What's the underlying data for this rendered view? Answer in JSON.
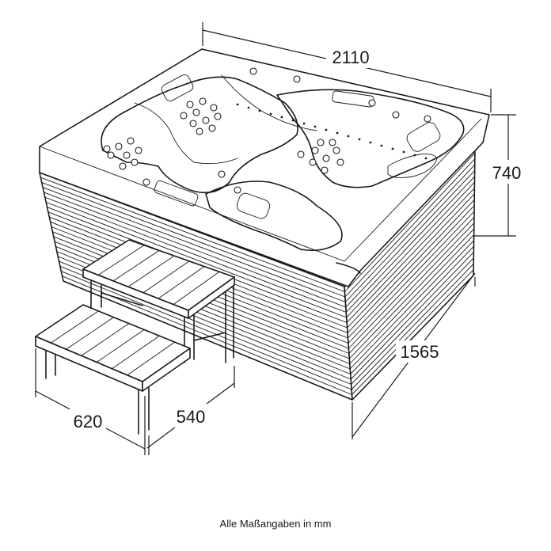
{
  "dimensions": {
    "length": "2110",
    "height": "740",
    "depth": "1565",
    "step_width": "620",
    "step_depth": "540"
  },
  "note": "Alle Maßangaben in mm",
  "colors": {
    "line": "#1a1a1a",
    "background": "#ffffff"
  }
}
